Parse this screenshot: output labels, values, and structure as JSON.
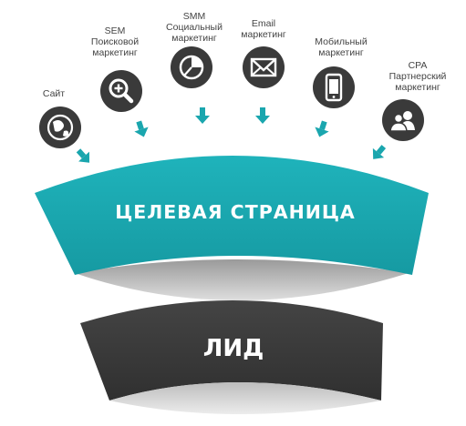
{
  "channels": [
    {
      "lines": [
        "Сайт"
      ],
      "icon": "globe-icon"
    },
    {
      "lines": [
        "SEM",
        "Поисковой",
        "маркетинг"
      ],
      "icon": "search-icon"
    },
    {
      "lines": [
        "SMM",
        "Социальный",
        "маркетинг"
      ],
      "icon": "pie-chart-icon"
    },
    {
      "lines": [
        "Email",
        "маркетинг"
      ],
      "icon": "envelope-icon"
    },
    {
      "lines": [
        "Мобильный",
        "маркетинг"
      ],
      "icon": "smartphone-icon"
    },
    {
      "lines": [
        "CPA",
        "Партнерский",
        "маркетинг"
      ],
      "icon": "users-icon"
    }
  ],
  "funnel": {
    "top_label": "ЦЕЛЕВАЯ СТРАНИЦА",
    "bottom_label": "ЛИД"
  },
  "colors": {
    "teal": "#1aa6ae",
    "teal_dark": "#13868d",
    "dark": "#3a3a3a",
    "inner_gray": "#c9c9c9",
    "icon_bg": "#3a3a3a"
  }
}
